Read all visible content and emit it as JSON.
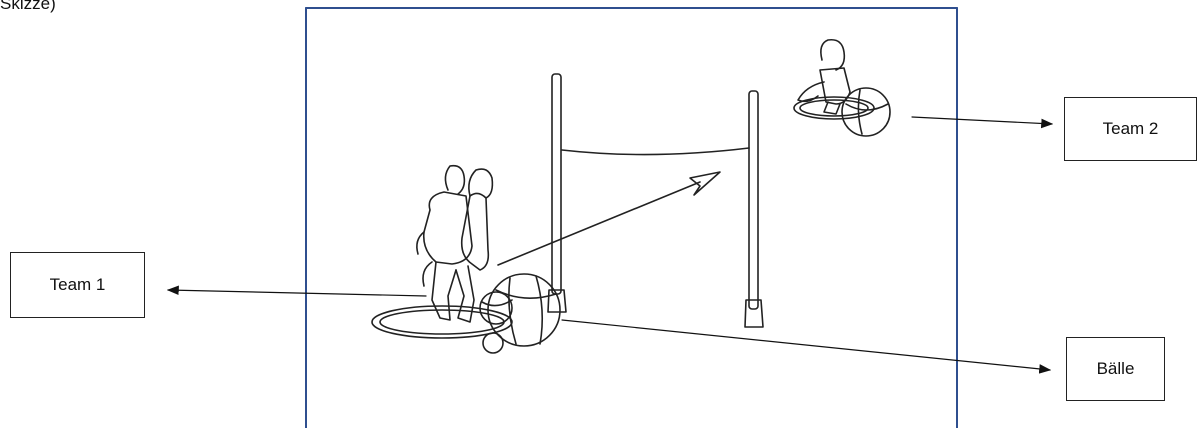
{
  "caption": "Skizze)",
  "labels": {
    "team1": "Team 1",
    "team2": "Team 2",
    "balls": "Bälle"
  },
  "colors": {
    "frame": "#2f4f8f",
    "ink": "#222222"
  }
}
